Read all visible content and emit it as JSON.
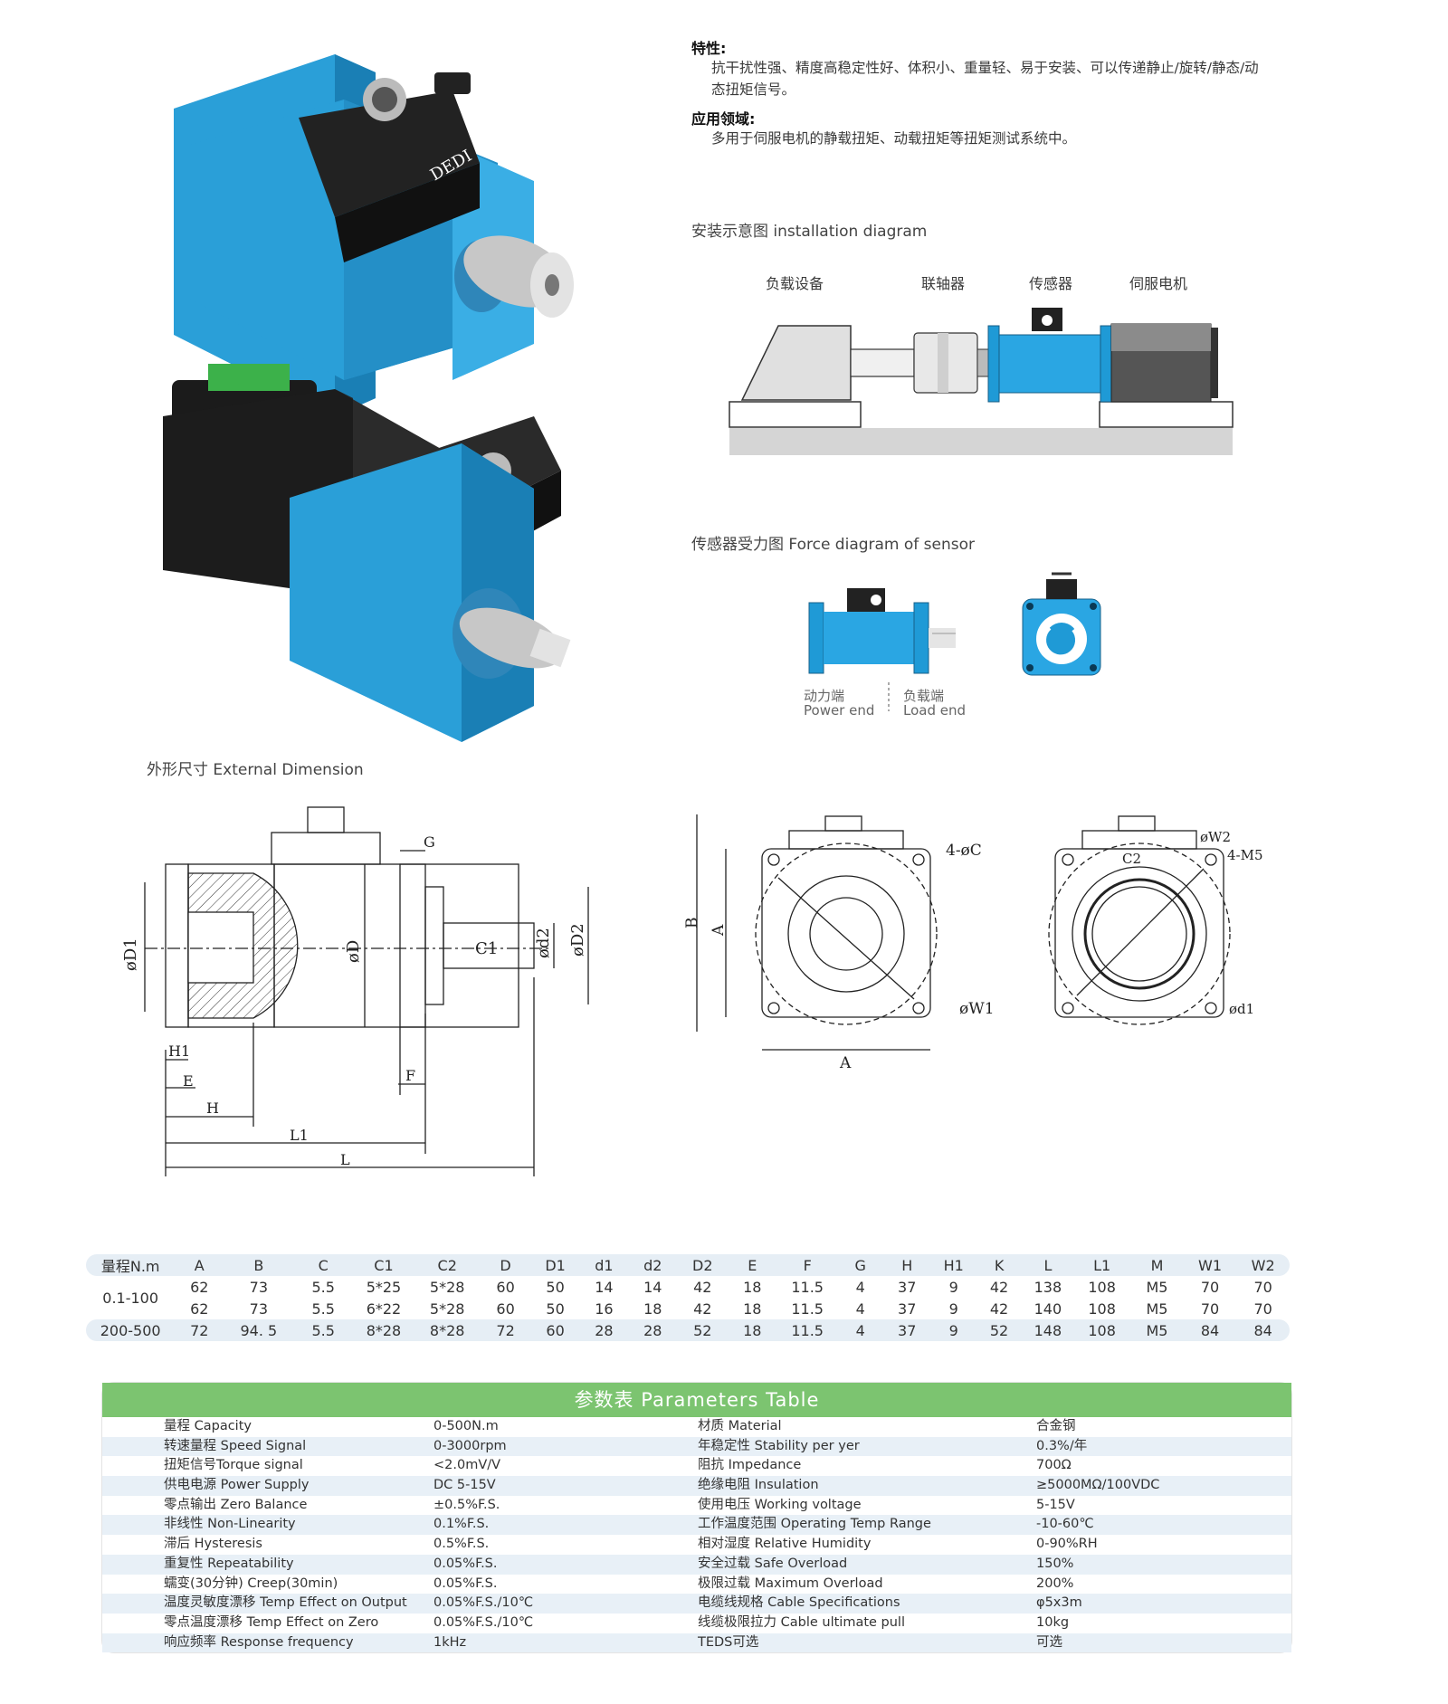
{
  "features": {
    "title": "特性:",
    "text_line1": "抗干扰性强、精度高稳定性好、体积小、重量轻、易于安装、可以传递静止/旋转/静态/动",
    "text_line2": "态扭矩信号。"
  },
  "application": {
    "title": "应用领域:",
    "text": "多用于伺服电机的静载扭矩、动载扭矩等扭矩测试系统中。"
  },
  "installation": {
    "heading": "安装示意图 installation diagram",
    "labels": [
      "负载设备",
      "联轴器",
      "传感器",
      "伺服电机"
    ]
  },
  "force": {
    "heading": "传感器受力图 Force diagram of sensor",
    "power_cn": "动力端",
    "power_en": "Power end",
    "load_cn": "负载端",
    "load_en": "Load end"
  },
  "dimension": {
    "heading": "外形尺寸 External Dimension",
    "side_labels": {
      "phiD1": "øD1",
      "phiD": "øD",
      "phid2": "ød2",
      "phiD2": "øD2",
      "C1": "C1",
      "G": "G",
      "H1": "H1",
      "E": "E",
      "F": "F",
      "H": "H",
      "L1": "L1",
      "L": "L"
    },
    "front_labels": {
      "B": "B",
      "A_v": "A",
      "A_h": "A",
      "C4": "4-øC",
      "W1": "øW1"
    },
    "rear_labels": {
      "C2": "C2",
      "W2": "øW2",
      "M5": "4-M5",
      "d1": "ød1"
    }
  },
  "dim_table": {
    "headers": [
      "量程N.m",
      "A",
      "B",
      "C",
      "C1",
      "C2",
      "D",
      "D1",
      "d1",
      "d2",
      "D2",
      "E",
      "F",
      "G",
      "H",
      "H1",
      "K",
      "L",
      "L1",
      "M",
      "W1",
      "W2"
    ],
    "rows": [
      [
        "0.1-100",
        "62",
        "73",
        "5.5",
        "5*25",
        "5*28",
        "60",
        "50",
        "14",
        "14",
        "42",
        "18",
        "11.5",
        "4",
        "37",
        "9",
        "42",
        "138",
        "108",
        "M5",
        "70",
        "70"
      ],
      [
        "",
        "62",
        "73",
        "5.5",
        "6*22",
        "5*28",
        "60",
        "50",
        "16",
        "18",
        "42",
        "18",
        "11.5",
        "4",
        "37",
        "9",
        "42",
        "140",
        "108",
        "M5",
        "70",
        "70"
      ],
      [
        "200-500",
        "72",
        "94. 5",
        "5.5",
        "8*28",
        "8*28",
        "72",
        "60",
        "28",
        "28",
        "52",
        "18",
        "11.5",
        "4",
        "37",
        "9",
        "52",
        "148",
        "108",
        "M5",
        "84",
        "84"
      ]
    ]
  },
  "params": {
    "title": "参数表  Parameters Table",
    "rows": [
      [
        "量程 Capacity",
        "0-500N.m",
        "材质 Material",
        "合金钢"
      ],
      [
        "转速量程 Speed Signal",
        "0-3000rpm",
        "年稳定性 Stability per yer",
        "0.3%/年"
      ],
      [
        "扭矩信号Torque signal",
        "<2.0mV/V",
        "阻抗 Impedance",
        "700Ω"
      ],
      [
        "供电电源 Power Supply",
        "DC 5-15V",
        "绝缘电阻 Insulation",
        "≥5000MΩ/100VDC"
      ],
      [
        "零点输出 Zero Balance",
        "±0.5%F.S.",
        "使用电压 Working voltage",
        "5-15V"
      ],
      [
        "非线性 Non-Linearity",
        "0.1%F.S.",
        "工作温度范围 Operating Temp Range",
        "-10-60℃"
      ],
      [
        "滞后 Hysteresis",
        "0.5%F.S.",
        "相对湿度 Relative Humidity",
        "0-90%RH"
      ],
      [
        "重复性 Repeatability",
        "0.05%F.S.",
        "安全过载 Safe Overload",
        "150%"
      ],
      [
        "蠕变(30分钟) Creep(30min)",
        "0.05%F.S.",
        "极限过载 Maximum Overload",
        "200%"
      ],
      [
        "温度灵敏度漂移 Temp Effect on Output",
        "0.05%F.S./10℃",
        "电缆线规格 Cable Specifications",
        "φ5x3m"
      ],
      [
        "零点温度漂移 Temp Effect on Zero",
        "0.05%F.S./10℃",
        "线缆极限拉力 Cable ultimate pull",
        "10kg"
      ],
      [
        "响应频率 Response frequency",
        "1kHz",
        "TEDS可选",
        "可选"
      ]
    ]
  },
  "brand_text": "DEDI",
  "colors": {
    "sensor_blue": "#1f9ad6",
    "header_green": "#7cc470",
    "row_shade": "#e8f0f7"
  }
}
